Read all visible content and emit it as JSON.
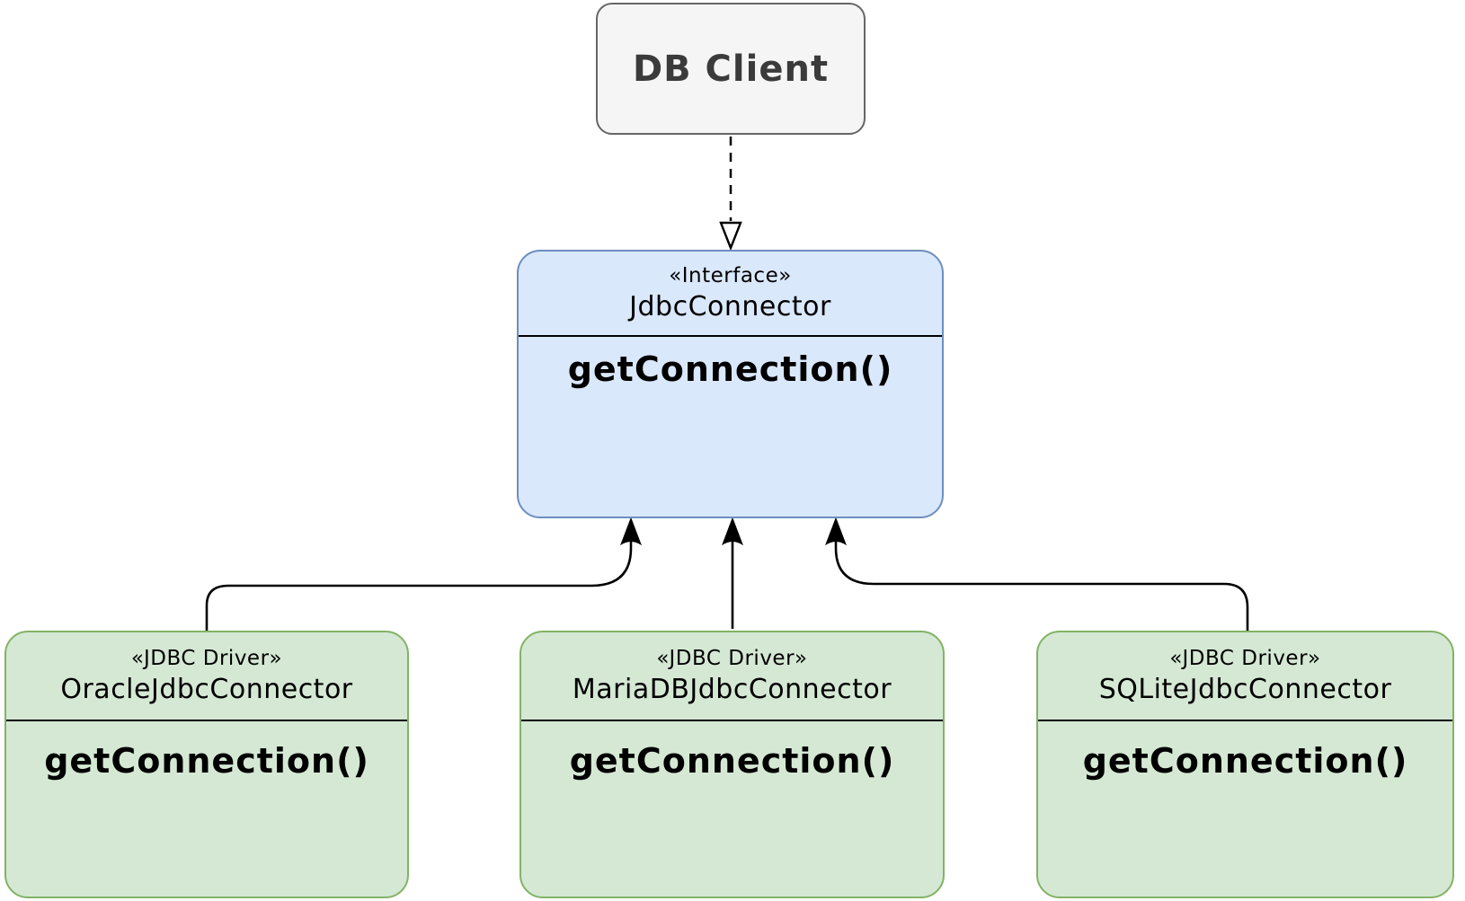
{
  "diagram": {
    "kind": "uml-class-diagram",
    "client": {
      "label": "DB Client"
    },
    "interface": {
      "stereotype": "«Interface»",
      "name": "JdbcConnector",
      "method": "getConnection()"
    },
    "drivers": [
      {
        "stereotype": "«JDBC Driver»",
        "name": "OracleJdbcConnector",
        "method": "getConnection()"
      },
      {
        "stereotype": "«JDBC Driver»",
        "name": "MariaDBJdbcConnector",
        "method": "getConnection()"
      },
      {
        "stereotype": "«JDBC Driver»",
        "name": "SQLiteJdbcConnector",
        "method": "getConnection()"
      }
    ],
    "edges": [
      {
        "from": "DB Client",
        "to": "JdbcConnector",
        "type": "dashed-dependency-open-arrow"
      },
      {
        "from": "OracleJdbcConnector",
        "to": "JdbcConnector",
        "type": "solid-arrow"
      },
      {
        "from": "MariaDBJdbcConnector",
        "to": "JdbcConnector",
        "type": "solid-arrow"
      },
      {
        "from": "SQLiteJdbcConnector",
        "to": "JdbcConnector",
        "type": "solid-arrow"
      }
    ],
    "colors": {
      "client_fill": "#f5f5f5",
      "client_border": "#666666",
      "client_text": "#3b3b3b",
      "interface_fill": "#dae8fc",
      "interface_border": "#6c8ebf",
      "driver_fill": "#d5e8d4",
      "driver_border": "#82b366",
      "line": "#000000"
    }
  }
}
